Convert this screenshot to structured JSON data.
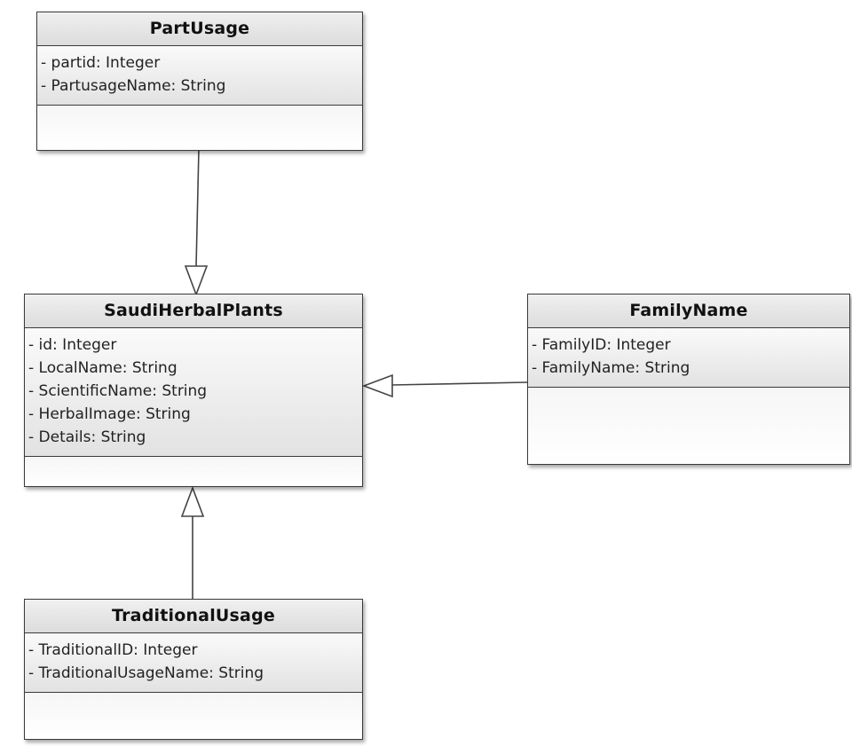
{
  "classes": [
    {
      "id": "partusage",
      "name": "PartUsage",
      "attributes": [
        "- partid: Integer",
        "- PartusageName: String"
      ]
    },
    {
      "id": "saudiherbalplants",
      "name": "SaudiHerbalPlants",
      "attributes": [
        "- id: Integer",
        "- LocalName: String",
        "- ScientificName: String",
        "- HerbalImage: String",
        "- Details: String"
      ]
    },
    {
      "id": "familyname",
      "name": "FamilyName",
      "attributes": [
        "- FamilyID: Integer",
        "- FamilyName: String"
      ]
    },
    {
      "id": "traditionalusage",
      "name": "TraditionalUsage",
      "attributes": [
        "- TraditionalID: Integer",
        "- TraditionalUsageName: String"
      ]
    }
  ],
  "relationships": [
    {
      "from": "PartUsage",
      "to": "SaudiHerbalPlants",
      "type": "generalization"
    },
    {
      "from": "FamilyName",
      "to": "SaudiHerbalPlants",
      "type": "generalization"
    },
    {
      "from": "TraditionalUsage",
      "to": "SaudiHerbalPlants",
      "type": "generalization"
    }
  ],
  "colors": {
    "border": "#3a3a3a",
    "line": "#444444",
    "header_fill": "#dcdcdc",
    "text": "#222222"
  }
}
